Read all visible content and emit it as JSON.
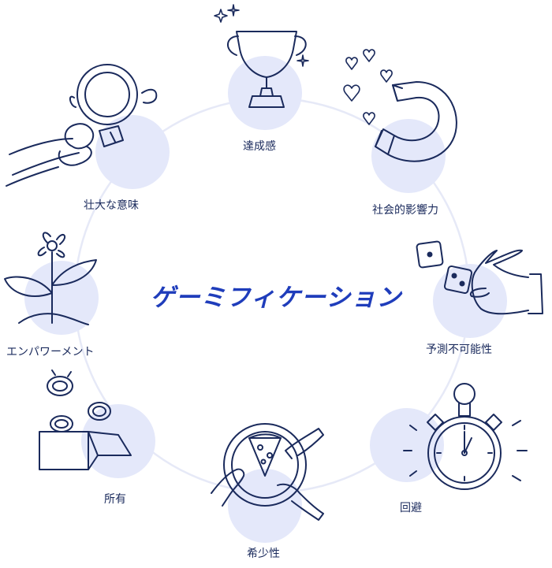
{
  "diagram": {
    "title": "ゲーミフィケーション",
    "nodes": [
      {
        "label": "達成感",
        "icon": "trophy-icon"
      },
      {
        "label": "社会的影響力",
        "icon": "magnet-hearts-icon"
      },
      {
        "label": "予測不可能性",
        "icon": "hand-dice-icon"
      },
      {
        "label": "回避",
        "icon": "stopwatch-icon"
      },
      {
        "label": "希少性",
        "icon": "pizza-plate-hands-icon"
      },
      {
        "label": "所有",
        "icon": "coins-box-icon"
      },
      {
        "label": "エンパワーメント",
        "icon": "sprouting-flower-icon"
      },
      {
        "label": "壮大な意味",
        "icon": "astronaut-icon"
      }
    ],
    "colors": {
      "accent": "#1f3dbb",
      "line": "#1a2a5c",
      "blob": "#e4e8fa",
      "ring": "#e6e9f7"
    }
  }
}
